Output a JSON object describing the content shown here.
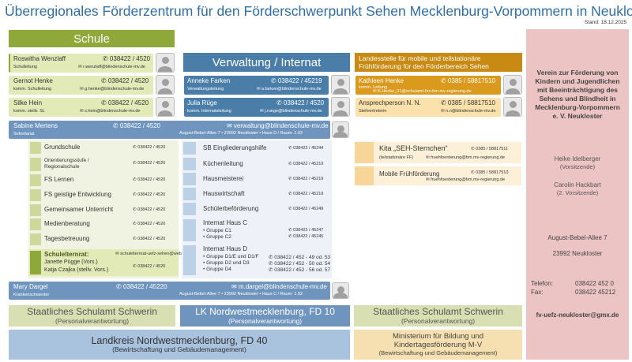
{
  "title": "Überregionales Förderzentrum für den Förderschwerpunkt Sehen Mecklenburg-Vorpommern in Neukloster",
  "stand": "Stand: 18.12.2025",
  "schule": {
    "header": "Schule",
    "people": [
      {
        "name": "Roswitha Wenzlaff",
        "role": "Schulleitung",
        "phone": "✆ 038422 / 4520",
        "email": "✉ r.wenzlaff@blindenschule-mv.de"
      },
      {
        "name": "Gernot Henke",
        "role": "komm. Schulleitung",
        "phone": "✆ 038422 / 4520",
        "email": "✉ g.henke@blindenschule-mv.de"
      },
      {
        "name": "Silke Hein",
        "role": "komm. stellv. SL",
        "phone": "✆ 038422 / 4520",
        "email": "✉ s.hein@blindenschule-mv.de"
      }
    ],
    "items": [
      {
        "label": "Grundschule",
        "phone": "✆ 038422 / 4520"
      },
      {
        "label": "Orientierungsstufe / Regionalschule",
        "phone": "✆ 038422 / 4520"
      },
      {
        "label": "FS Lernen",
        "phone": "✆ 038422 / 4520"
      },
      {
        "label": "FS geistige Entwicklung",
        "phone": "✆ 038422 / 4520"
      },
      {
        "label": "Gemeinsamer Unterricht",
        "phone": "✆ 038422 / 4520"
      },
      {
        "label": "Medienberatung",
        "phone": "✆ 038422 / 4520"
      },
      {
        "label": "Tagesbetreuung",
        "phone": "✆ 038422 / 4520"
      }
    ],
    "elternrat": {
      "title": "Schulelternrat:",
      "email": "✉ schulelternrat-uefz-sehen@web.de",
      "member1": "Janette Pügge (Vors.)",
      "member2": "Katja Czajka (stellv. Vors.)",
      "phone": "✆ 038422 / 4520"
    }
  },
  "sekretariat": {
    "name": "Sabine Mertens",
    "role": "Sekretariat",
    "phone": "✆ 038422 / 4520",
    "email": "✉ verwaltung@blindenschule-mv.de",
    "address": "August-Bebel-Allee 7 • 23992 Neukloster • Haus D / Raum: 1.02"
  },
  "krankenschwester": {
    "name": "Mary Dargel",
    "role": "Krankenschwester",
    "phone": "✆ 038422 / 45220",
    "email": "✉ m.dargel@blindenschule-mv.de",
    "address": "August-Bebel-Allee 7 • 23992 Neukloster • Haus C / Raum: 1.02"
  },
  "verwaltung": {
    "header": "Verwaltung / Internat",
    "people": [
      {
        "name": "Anneke Farken",
        "role": "Verwaltungsleitung",
        "phone": "✆ 038422 / 45219",
        "email": "✉ a.farken@blindenschule-mv.de"
      },
      {
        "name": "Julia Rüge",
        "role": "komm. Internatsleitung",
        "phone": "✆ 038422 / 4520",
        "email": "✉ j.ruege@blindenschule-mv.de"
      }
    ],
    "items": [
      {
        "label": "SB Eingliederungshilfe",
        "phone": "✆ 038422 / 45244"
      },
      {
        "label": "Küchenleitung",
        "phone": "✆ 038422 / 45219"
      },
      {
        "label": "Hausmeisterei",
        "phone": "✆ 038422 / 45219"
      },
      {
        "label": "Hauswirtschaft",
        "phone": "✆ 038422 / 45219"
      },
      {
        "label": "Schülerbeförderung",
        "phone": "✆ 038422 / 45249"
      }
    ],
    "hausC": {
      "title": "Internat Haus C",
      "g1": "• Gruppe C1",
      "g2": "• Gruppe C2",
      "p1": "✆ 038422 / 45247",
      "p2": "✆ 038422 / 45245"
    },
    "hausD": {
      "title": "Internat Haus D",
      "g1": "• Gruppe D1/E und D1/F",
      "g2": "• Gruppe D2 und D3",
      "g3": "• Gruppe D4",
      "p1": "✆ 038422 / 452 - 49 od. 53",
      "p2": "✆ 038422 / 452 - 50 od. 54",
      "p3": "✆ 038422 / 452 - 56 od. 57"
    }
  },
  "landesstelle": {
    "header": "Landesstelle für mobile und teilstationäre Frühförderung für den Förderbereich Sehen",
    "people": [
      {
        "name": "Kathleen Henke",
        "role": "komm. Leitung",
        "phone": "✆ 0385 / 58817510",
        "email": "✉ K.Henke_01@schulamt-hro.bm.mv-regierung.de"
      },
      {
        "name": "Ansprechperson N. N.",
        "role": "Stellvertreterin",
        "phone": "✆ 0385 / 58817510",
        "email": "✉ n.n@blindenschule-mv.de"
      }
    ],
    "kita": {
      "title": "Kita „SEH-Sternchen“",
      "sub": "(teilstationäre FF)",
      "phone": "✆ 0385 / 58817511",
      "email": "✉ fruehfoerderung@bm.mv-regierung.de"
    },
    "mobile": {
      "title": "Mobile Frühförderung",
      "phone": "✆ 0385 / 58817510",
      "email": "✉ fruehfoerderung@bm.mv-regierung.de"
    }
  },
  "verein": {
    "title": "Verein zur Förderung von Kindern und Jugendlichen mit Beeinträchtigung des Sehens und Blindheit in Mecklenburg-Vorpommern e. V. Neukloster",
    "person1": "Heike Idelberger",
    "person1_role": "(Vorsitzende)",
    "person2": "Carolin Hackbart",
    "person2_role": "(2. Vorsitzende)",
    "street": "August-Bebel-Allee 7",
    "city": "23992 Neukloster",
    "tel_label": "Telefon:",
    "tel": "038422 452 0",
    "fax_label": "Fax:",
    "fax": "038422 45212",
    "email": "fv-uefz-neukloster@gmx.de"
  },
  "bottom": {
    "schulamt1": "Staatliches Schulamt Schwerin",
    "schulamt1_sub": "(Personalverantwortung)",
    "lk_fd10": "LK Nordwestmecklenburg, FD 10",
    "lk_fd10_sub": "(Personalverantwortung)",
    "schulamt2": "Staatliches Schulamt Schwerin",
    "schulamt2_sub": "(Personalverantwortung)",
    "lk_fd40": "Landkreis Nordwestmecklenburg, FD 40",
    "lk_fd40_sub": "(Bewirtschaftung und Gebäudemanagement)",
    "ministerium": "Ministerium für Bildung und Kindertagesförderung M-V",
    "ministerium_sub": "(Bewirtschaftung und Gebäudemanagement)"
  },
  "colors": {
    "olive": "#8fa83a",
    "navy": "#4a7ea8",
    "orange": "#c88a12",
    "pink": "#ecc4c4"
  }
}
